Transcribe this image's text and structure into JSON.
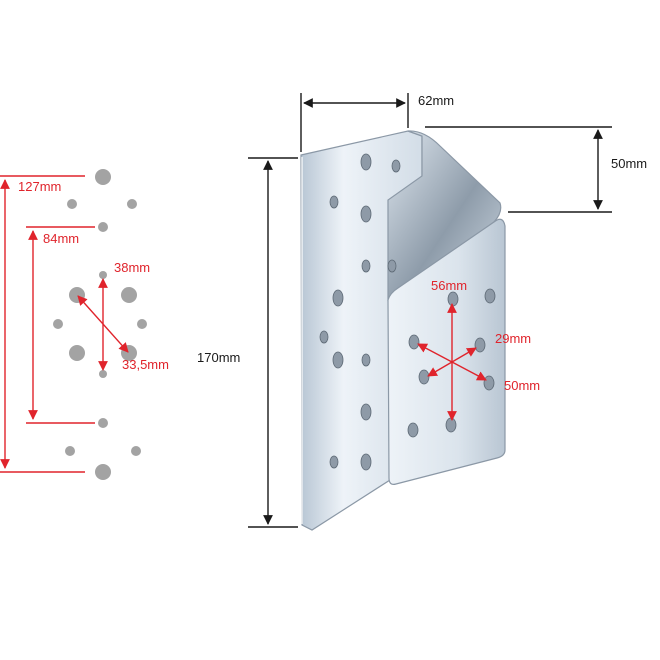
{
  "colors": {
    "dimension_black": "#1a1a1a",
    "dimension_red": "#e0242c",
    "hole_gray": "#a0a0a0",
    "steel_light": "#e8eef4",
    "steel_mid": "#c3cfdb",
    "steel_dark": "#7d8c9b"
  },
  "left_hole_pattern": {
    "dim_outer": "127mm",
    "dim_inner": "84mm",
    "dim_spacing": "38mm",
    "dim_diagonal": "33,5mm"
  },
  "bracket": {
    "dim_width": "62mm",
    "dim_depth": "50mm",
    "dim_height": "170mm",
    "dim_front_a": "56mm",
    "dim_front_b": "29mm",
    "dim_front_c": "50mm"
  }
}
